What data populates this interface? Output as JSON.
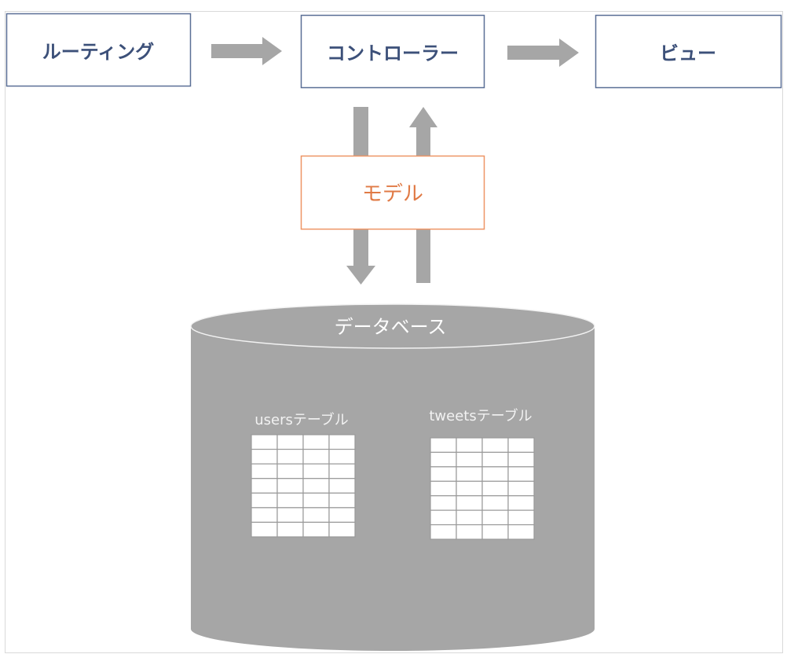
{
  "diagram": {
    "routing": "ルーティング",
    "controller": "コントローラー",
    "view": "ビュー",
    "model": "モデル",
    "database": "データベース",
    "tables": [
      {
        "label": "usersテーブル",
        "rows": 7,
        "cols": 4
      },
      {
        "label": "tweetsテーブル",
        "rows": 7,
        "cols": 4
      }
    ]
  },
  "colors": {
    "box_border": "#5a6f96",
    "box_text": "#3c5079",
    "model_border": "#ee9565",
    "model_text": "#e07a45",
    "arrow": "#a6a6a6",
    "database": "#a6a6a6"
  }
}
